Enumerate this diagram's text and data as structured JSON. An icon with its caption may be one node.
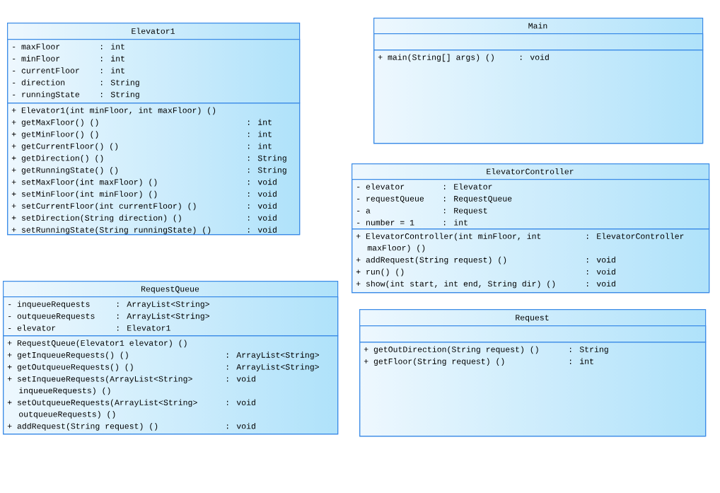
{
  "diagram": {
    "nodes": [
      {
        "text": [
          "Elevator1"
        ]
      },
      {
        "text": [],
        "shape": "box",
        "in": 0
      },
      {
        "text": [
          "- maxFloor",
          ": int"
        ],
        "in": 1
      },
      {
        "text": [
          "- minFloor",
          ": int"
        ],
        "in": 1
      },
      {
        "text": [
          "- currentFloor",
          ": int"
        ],
        "in": 1
      },
      {
        "text": [
          "- direction",
          ": String"
        ],
        "in": 1
      },
      {
        "text": [
          "- runningState",
          ": String"
        ],
        "in": 1
      },
      {
        "text": [],
        "shape": "box",
        "in": 0
      },
      {
        "text": [
          "+ Elevator1(int minFloor, int maxFloor) ()"
        ],
        "in": 7
      },
      {
        "text": [
          "+ getMaxFloor() ()",
          ": int"
        ],
        "in": 7
      },
      {
        "text": [
          "+ getMinFloor() ()",
          ": int"
        ],
        "in": 7
      },
      {
        "text": [
          "+ getCurrentFloor() ()",
          ": int"
        ],
        "in": 7
      },
      {
        "text": [
          "+ getDirection() ()",
          ": String"
        ],
        "in": 7
      },
      {
        "text": [
          "+ getRunningState() ()",
          ": String"
        ],
        "in": 7
      },
      {
        "text": [
          "+ setMaxFloor(int maxFloor) ()",
          ": void"
        ],
        "in": 7
      },
      {
        "text": [
          "+ setMinFloor(int minFloor) ()",
          ": void"
        ],
        "in": 7
      },
      {
        "text": [
          "+ setCurrentFloor(int currentFloor) ()",
          ": void"
        ],
        "in": 7
      },
      {
        "text": [
          "+ setDirection(String direction) ()",
          ": void"
        ],
        "in": 7
      },
      {
        "text": [
          "+ setRunningState(String runningState) ()",
          ": void"
        ],
        "in": 7
      },
      {
        "text": [
          "Main"
        ]
      },
      {
        "text": [],
        "shape": "box",
        "in": 19
      },
      {
        "text": [],
        "shape": "box",
        "in": 19
      },
      {
        "text": [
          "+ main(String[] args) ()",
          ": void"
        ],
        "in": 21
      },
      {
        "text": [
          "ElevatorController"
        ]
      },
      {
        "text": [],
        "shape": "box",
        "in": 23
      },
      {
        "text": [
          "- elevator",
          ": Elevator"
        ],
        "in": 24
      },
      {
        "text": [
          "- requestQueue",
          ": RequestQueue"
        ],
        "in": 24
      },
      {
        "text": [
          "- a",
          ": Request"
        ],
        "in": 24
      },
      {
        "text": [
          "- number = 1",
          ": int"
        ],
        "in": 24
      },
      {
        "text": [],
        "shape": "box",
        "in": 23
      },
      {
        "text": [
          "+ ElevatorController(int minFloor, int maxFloor) ()",
          ": ElevatorController"
        ],
        "in": 29
      },
      {
        "text": [
          "+ addRequest(String request) ()",
          ": void"
        ],
        "in": 29
      },
      {
        "text": [
          "+ run() ()",
          ": void"
        ],
        "in": 29
      },
      {
        "text": [
          "+ show(int start, int end, String dir) ()",
          ": void"
        ],
        "in": 29
      },
      {
        "text": [
          "RequestQueue"
        ]
      },
      {
        "text": [],
        "shape": "box",
        "in": 34
      },
      {
        "text": [
          "- inqueueRequests",
          ": ArrayList<String>"
        ],
        "in": 35
      },
      {
        "text": [
          "- outqueueRequests",
          ": ArrayList<String>"
        ],
        "in": 35
      },
      {
        "text": [
          "- elevator",
          ": Elevator1"
        ],
        "in": 35
      },
      {
        "text": [],
        "shape": "box",
        "in": 34
      },
      {
        "text": [
          "+ RequestQueue(Elevator1 elevator) ()"
        ],
        "in": 39
      },
      {
        "text": [
          "+ getInqueueRequests() ()",
          ": ArrayList<String>"
        ],
        "in": 39
      },
      {
        "text": [
          "+ getOutqueueRequests() ()",
          ": ArrayList<String>"
        ],
        "in": 39
      },
      {
        "text": [
          "+ setInqueueRequests(ArrayList<String> inqueueRequests) ()",
          ": void"
        ],
        "in": 39
      },
      {
        "text": [
          "+ setOutqueueRequests(ArrayList<String> outqueueRequests) ()",
          ": void"
        ],
        "in": 39
      },
      {
        "text": [
          "+ addRequest(String request) ()",
          ": void"
        ],
        "in": 39
      },
      {
        "text": [
          "Request"
        ]
      },
      {
        "text": [],
        "shape": "box",
        "in": 46
      },
      {
        "text": [],
        "shape": "box",
        "in": 46
      },
      {
        "text": [
          "+ getOutDirection(String request) ()",
          ": String"
        ],
        "in": 48
      },
      {
        "text": [
          "+ getFloor(String request) ()",
          ": int"
        ],
        "in": 48
      }
    ]
  }
}
